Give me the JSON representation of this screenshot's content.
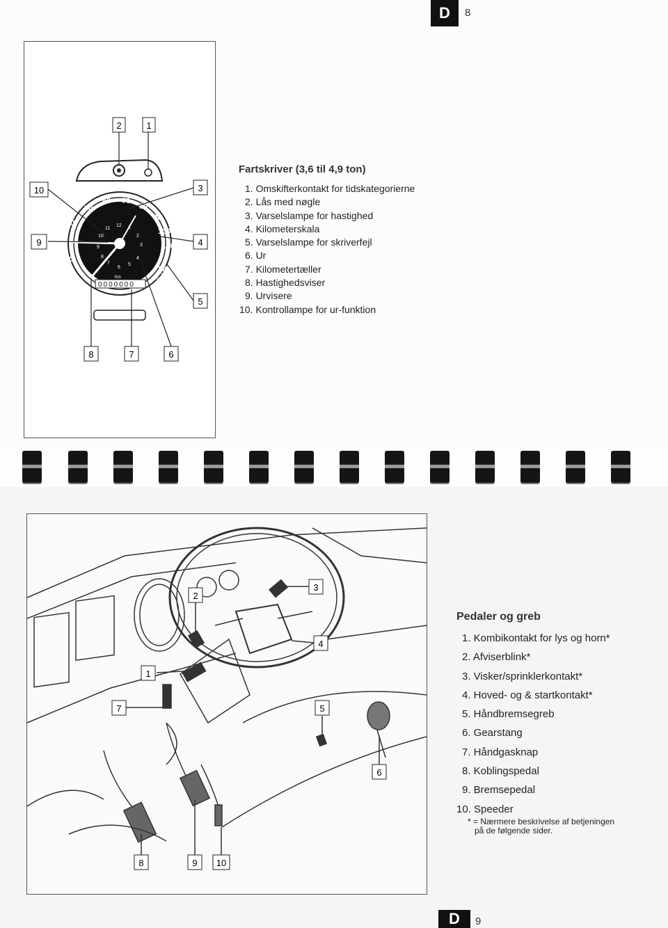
{
  "top_page": {
    "tab_letter": "D",
    "page_number": "8",
    "caption_title": "Fartskriver (3,6 til 4,9 ton)",
    "items": [
      "1. Omskifterkontakt for tidskategorierne",
      "2. Lås med nøgle",
      "3. Varselslampe for hastighed",
      "4. Kilometerskala",
      "5. Varselslampe for skriverfejl",
      "6. Ur",
      "7. Kilometertæller",
      "8. Hastighedsviser",
      "9. Urvisere",
      "10. Kontrollampe for ur-funktion"
    ],
    "callouts": [
      "1",
      "2",
      "3",
      "4",
      "5",
      "6",
      "7",
      "8",
      "9",
      "10"
    ],
    "dial": {
      "speed_labels": [
        "10",
        "20",
        "40",
        "50",
        "60",
        "70",
        "80",
        "90",
        "100",
        "110",
        "120"
      ],
      "clock_labels": [
        "12",
        "1",
        "2",
        "3",
        "4",
        "5",
        "6",
        "7",
        "8",
        "9",
        "10",
        "11"
      ],
      "odometer": "0000000",
      "unit_km": "Km",
      "unit_kmh": "Km/h",
      "small_125": "125"
    }
  },
  "bottom_page": {
    "tab_letter": "D",
    "page_number": "9",
    "caption_title": "Pedaler og greb",
    "items": [
      "1. Kombikontakt for lys og horn*",
      "2. Afviserblink*",
      "3. Visker/sprinklerkontakt*",
      "4. Hoved- og & startkontakt*",
      "5. Håndbremsegreb",
      "6. Gearstang",
      "7. Håndgasknap",
      "8. Koblingspedal",
      "9. Bremsepedal",
      "10. Speeder"
    ],
    "footnote_line1": "* = Nærmere beskrivelse af betjeningen",
    "footnote_line2": "på de følgende sider.",
    "callouts": [
      "1",
      "2",
      "3",
      "4",
      "5",
      "6",
      "7",
      "8",
      "9",
      "10"
    ]
  }
}
